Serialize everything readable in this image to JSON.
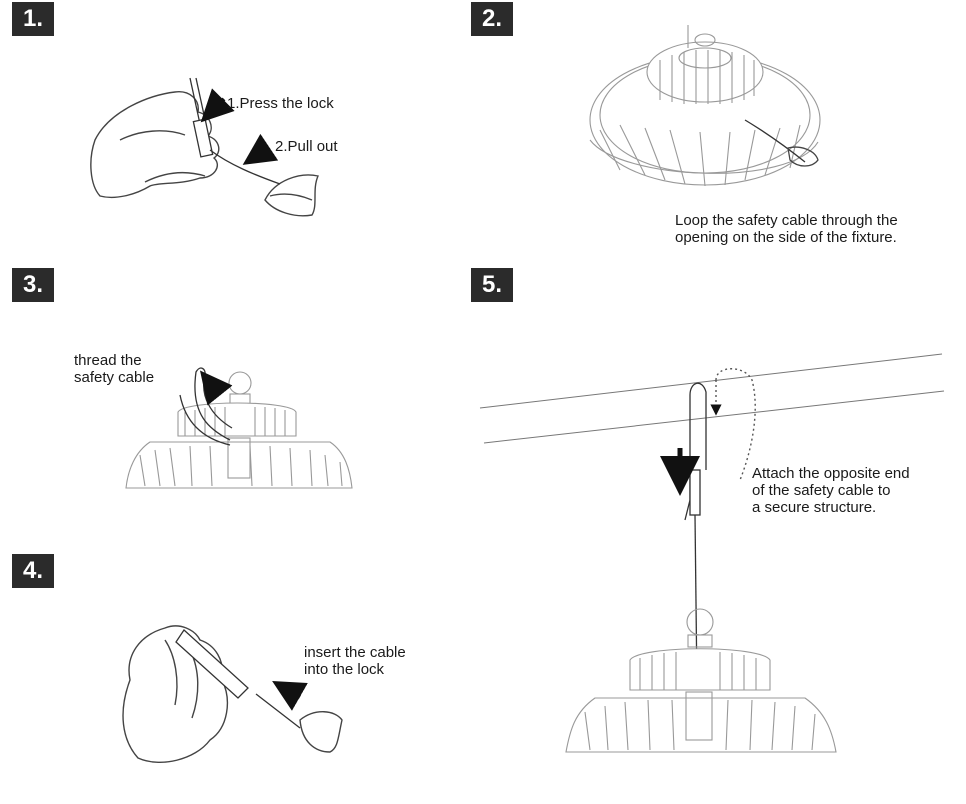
{
  "steps": [
    {
      "number": "1.",
      "labels": [
        "1.Press the lock",
        "2.Pull out"
      ]
    },
    {
      "number": "2.",
      "caption_lines": [
        "Loop the safety cable  through the",
        "opening  on the side of the fixture."
      ]
    },
    {
      "number": "3.",
      "caption_lines": [
        "thread the",
        "safety cable"
      ]
    },
    {
      "number": "4.",
      "caption_lines": [
        "insert the cable",
        "into the lock"
      ]
    },
    {
      "number": "5.",
      "caption_lines": [
        "Attach the opposite end",
        "of the safety cable to",
        "a secure structure."
      ]
    }
  ],
  "colors": {
    "badge": "#2b2b2b",
    "line_art": "#555555",
    "fixture": "#9a9a9a",
    "arrow": "#111111"
  }
}
